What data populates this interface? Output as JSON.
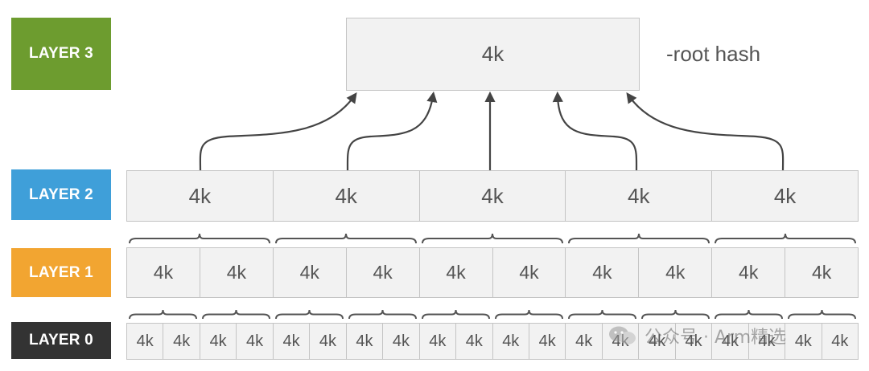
{
  "layers": {
    "layer3": "LAYER 3",
    "layer2": "LAYER 2",
    "layer1": "LAYER 1",
    "layer0": "LAYER 0"
  },
  "colors": {
    "layer3": "#6d9c2f",
    "layer2": "#3f9fd9",
    "layer1": "#f2a531",
    "layer0": "#333333"
  },
  "root": {
    "label": "4k",
    "note": "-root hash"
  },
  "layer2_blocks": [
    "4k",
    "4k",
    "4k",
    "4k",
    "4k"
  ],
  "layer1_blocks": [
    "4k",
    "4k",
    "4k",
    "4k",
    "4k",
    "4k",
    "4k",
    "4k",
    "4k",
    "4k"
  ],
  "layer0_blocks": [
    "4k",
    "4k",
    "4k",
    "4k",
    "4k",
    "4k",
    "4k",
    "4k",
    "4k",
    "4k",
    "4k",
    "4k",
    "4k",
    "4k",
    "4k",
    "4k",
    "4k",
    "4k",
    "4k",
    "4k"
  ],
  "watermark": "公众号 · Arm精选"
}
